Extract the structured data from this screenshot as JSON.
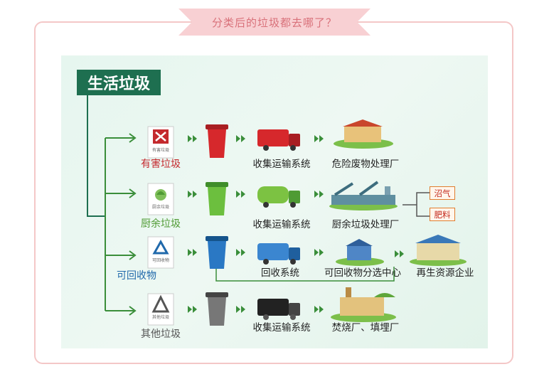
{
  "header": {
    "title": "分类后的垃圾都去哪了？"
  },
  "root": {
    "label": "生活垃圾"
  },
  "rows": [
    {
      "category": "有害垃圾",
      "icon_caption": "有害垃圾",
      "color": "#c42a2e",
      "step1": "收集运输系统",
      "step2": "危险废物处理厂"
    },
    {
      "category": "厨余垃圾",
      "icon_caption": "厨余垃圾",
      "color": "#4f9b34",
      "step1": "收集运输系统",
      "step2": "厨余垃圾处理厂",
      "outputs": [
        "沼气",
        "肥料"
      ]
    },
    {
      "category": "可回收物",
      "icon_caption": "可回收物",
      "color": "#2069ab",
      "step1": "回收系统",
      "step2": "可回收物分选中心",
      "step3": "再生资源企业"
    },
    {
      "category": "其他垃圾",
      "icon_caption": "其他垃圾",
      "color": "#555555",
      "step1": "收集运输系统",
      "step2": "焚烧厂、填埋厂"
    }
  ],
  "colors": {
    "line": "#1e6f50",
    "arrow": "#3a8e3a",
    "hazard": "#c42a2e",
    "kitchen": "#4f9b34",
    "recycle": "#2069ab",
    "other": "#555555"
  },
  "icons": [
    "hazard-sign-icon",
    "kitchen-waste-sign-icon",
    "recycle-sign-icon",
    "other-waste-sign-icon",
    "red-bin-icon",
    "green-bin-icon",
    "blue-bin-icon",
    "gray-bin-icon",
    "truck-icon",
    "factory-icon",
    "plant-icon",
    "sorting-center-icon",
    "enterprise-icon",
    "incinerator-icon"
  ]
}
